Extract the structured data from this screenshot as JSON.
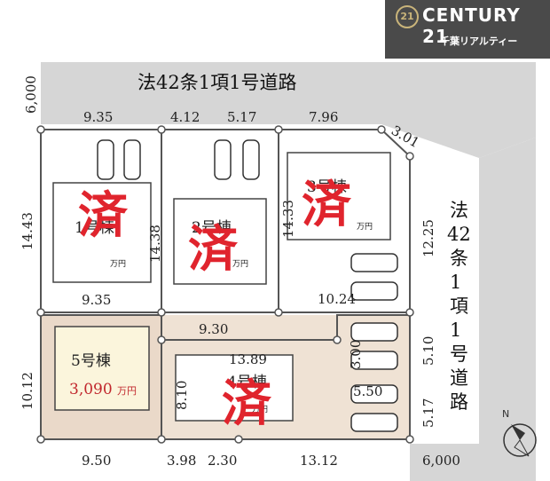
{
  "brand": {
    "logo_mark": "21",
    "name": "CENTURY 21",
    "branch": "千葉リアルティー"
  },
  "roads": {
    "top": "法42条1項1号道路",
    "right": [
      "法",
      "42",
      "条",
      "1",
      "項",
      "1",
      "号",
      "道",
      "路"
    ]
  },
  "dimensions": {
    "top_road_width": "6,000",
    "bottom_road_width": "6,000",
    "top": [
      "9.35",
      "4.12",
      "5.17",
      "7.96"
    ],
    "corner": "3.01",
    "left_lot1": "14.43",
    "lot1_inner": "14.38",
    "lot1_bottom": "9.35",
    "lot3_inner": "14.33",
    "right_lot3": "12.25",
    "lot3_bottom": "10.24",
    "middle": "9.30",
    "left_lot5": "10.12",
    "lot4_top": "13.89",
    "lot4_left": "8.10",
    "parking_a": "3.00",
    "parking_b": "5.50",
    "right_a": "5.10",
    "right_b": "5.17",
    "bottom": [
      "9.50",
      "3.98",
      "2.30",
      "13.12"
    ]
  },
  "lots": [
    {
      "label": "1号棟",
      "unit": "万円",
      "sold": "済"
    },
    {
      "label": "2号棟",
      "unit": "万円",
      "sold": "済"
    },
    {
      "label": "3号棟",
      "unit": "万円",
      "sold": "済"
    },
    {
      "label": "4号棟",
      "unit": "万円",
      "sold": "済"
    },
    {
      "label": "5号棟",
      "price": "3,090",
      "unit": "万円"
    }
  ],
  "compass": "N",
  "colors": {
    "road": "#d6d6d6",
    "available": "#fbf5dc",
    "lot5_ground": "#ead9c9",
    "sold_stamp": "#e0242d",
    "price": "#c1272d"
  }
}
